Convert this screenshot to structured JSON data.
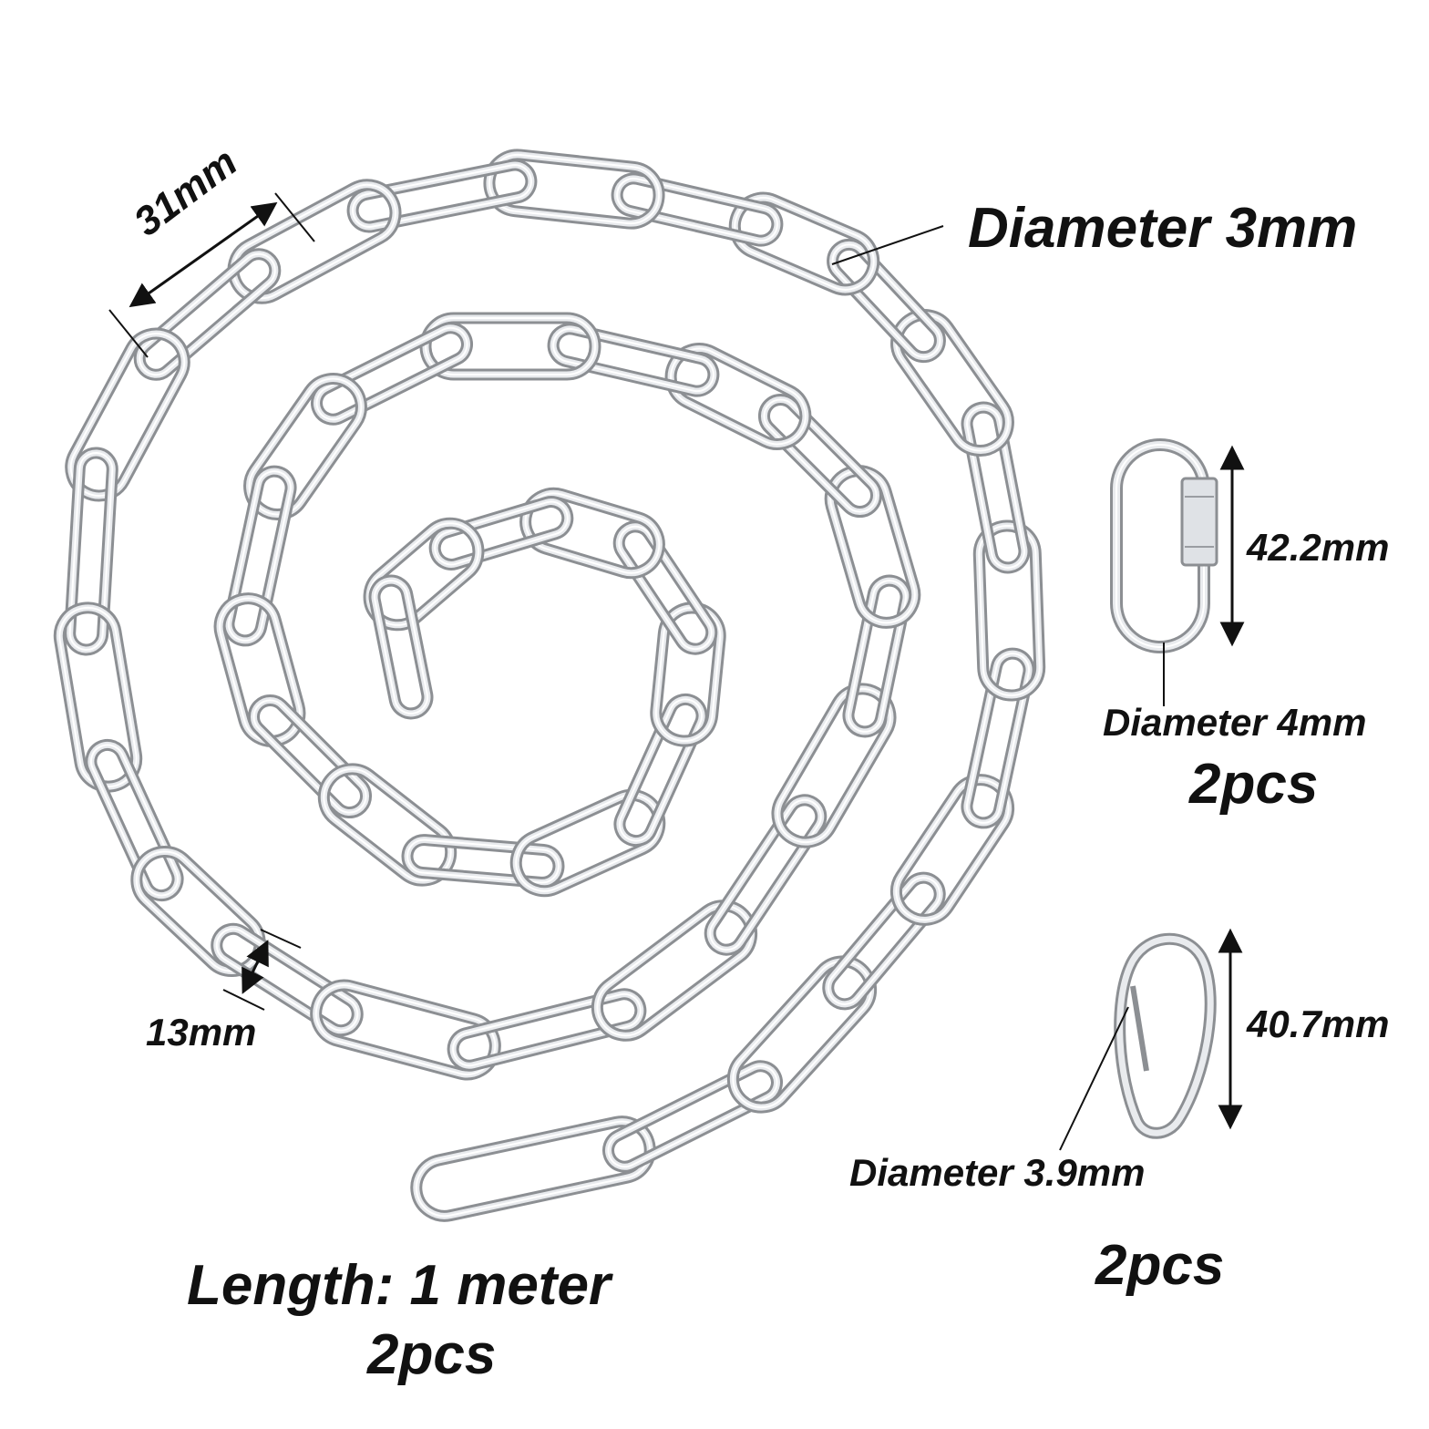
{
  "colors": {
    "background": "#ffffff",
    "text": "#111111",
    "steel_outer": "#8c8f93",
    "steel_inner": "#e9ebee",
    "steel_highlight": "#ffffff"
  },
  "icons": {
    "chain": "chain-icon",
    "quick-link": "quick-link-icon",
    "snap-hook": "snap-hook-icon",
    "dimension-arrow": "dimension-arrow-icon"
  },
  "chain": {
    "link_length_label": "31mm",
    "link_width_label": "13mm",
    "wire_diameter_label": "Diameter 3mm",
    "length_label": "Length: 1 meter",
    "qty_label": "2pcs"
  },
  "quick_link": {
    "height_label": "42.2mm",
    "diameter_label": "Diameter 4mm",
    "qty_label": "2pcs"
  },
  "snap_hook": {
    "height_label": "40.7mm",
    "diameter_label": "Diameter 3.9mm",
    "qty_label": "2pcs"
  }
}
